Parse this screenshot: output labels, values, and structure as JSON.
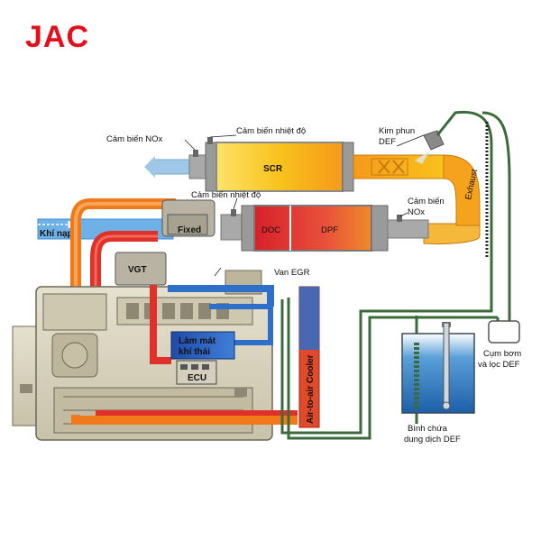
{
  "logo": {
    "text": "JAC",
    "color": "#e3101b"
  },
  "labels": {
    "nox_sensor_left": "Cảm biến NOx",
    "temp_sensor_top": "Cảm biến nhiệt độ",
    "def_injector_line1": "Kim phun",
    "def_injector_line2": "DEF",
    "scr": "SCR",
    "temp_sensor_mid": "Cảm biến nhiệt độ",
    "nox_sensor_right_line1": "Cảm biến",
    "nox_sensor_right_line2": "NOx",
    "exhaust": "Exhaust",
    "intake": "Khí nạp",
    "fixed": "Fixed",
    "doc": "DOC",
    "dpf": "DPF",
    "vgt": "VGT",
    "egr_valve": "Van EGR",
    "egr_cooler_line1": "Làm mát",
    "egr_cooler_line2": "khí thải",
    "ecu": "ECU",
    "air_cooler": "Air-to-air Cooler",
    "pump_line1": "Cụm bơm",
    "pump_line2": "và lọc DEF",
    "tank_line1": "Bình chứa",
    "tank_line2": "dung dịch DEF"
  },
  "colors": {
    "intake_blue": "#3a8fd8",
    "exhaust_orange": "#f07a1a",
    "exhaust_red": "#e0302a",
    "scr_yellow": "#f9c21c",
    "def_line_green": "#3b6b3a",
    "engine_body": "#d9d3bf"
  }
}
